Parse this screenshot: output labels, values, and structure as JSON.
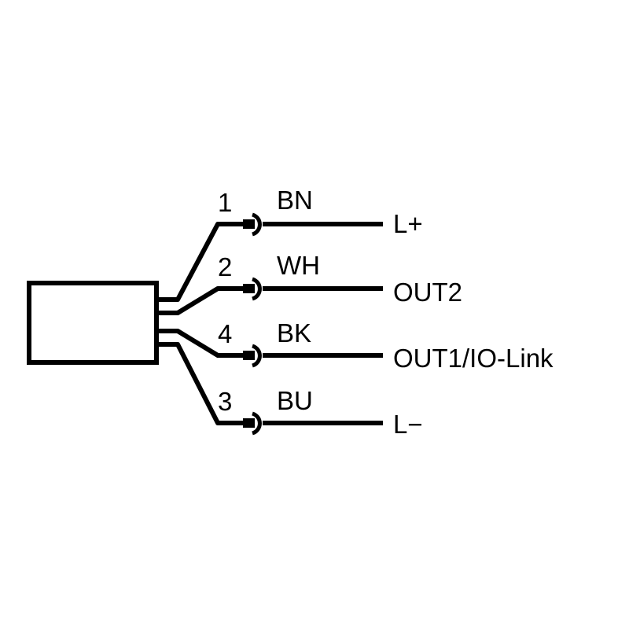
{
  "diagram": {
    "wires": [
      {
        "pin": "1",
        "color": "BN",
        "signal": "L+"
      },
      {
        "pin": "2",
        "color": "WH",
        "signal": "OUT2"
      },
      {
        "pin": "4",
        "color": "BK",
        "signal": "OUT1/IO-Link"
      },
      {
        "pin": "3",
        "color": "BU",
        "signal": "L−"
      }
    ]
  }
}
